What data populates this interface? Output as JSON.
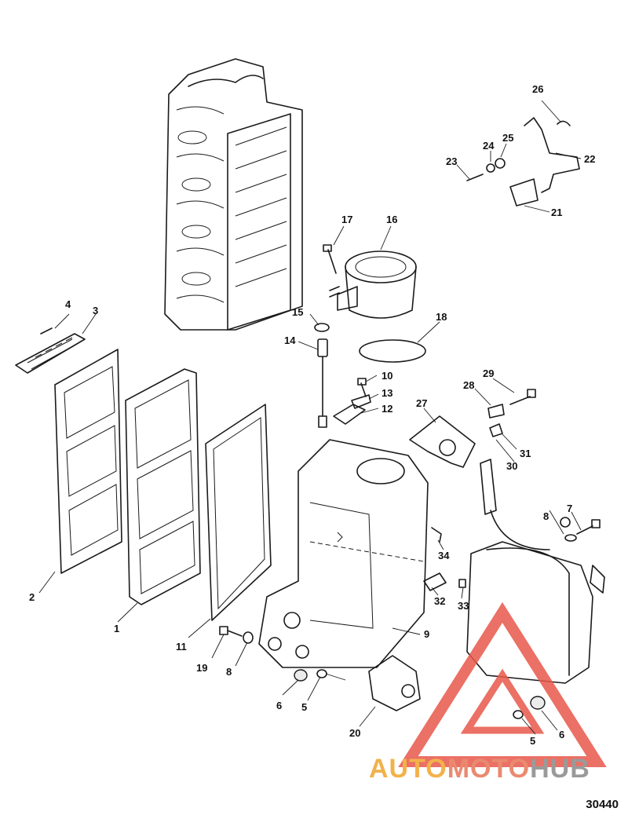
{
  "figure_number": "30440",
  "watermark": {
    "part1": "AUTO",
    "part2": "MOTO",
    "part3": "HUB"
  },
  "callouts": [
    "1",
    "2",
    "3",
    "4",
    "5",
    "6",
    "7",
    "8",
    "9",
    "10",
    "11",
    "12",
    "13",
    "14",
    "15",
    "16",
    "17",
    "18",
    "19",
    "20",
    "21",
    "22",
    "23",
    "24",
    "25",
    "26",
    "27",
    "28",
    "29",
    "30",
    "31",
    "32",
    "33",
    "34",
    "8",
    "5",
    "6"
  ],
  "colors": {
    "line": "#1a1a1a",
    "watermark_red": "#e8574a",
    "watermark_orange": "#f2b24a",
    "watermark_gray": "#9a9a9a"
  }
}
